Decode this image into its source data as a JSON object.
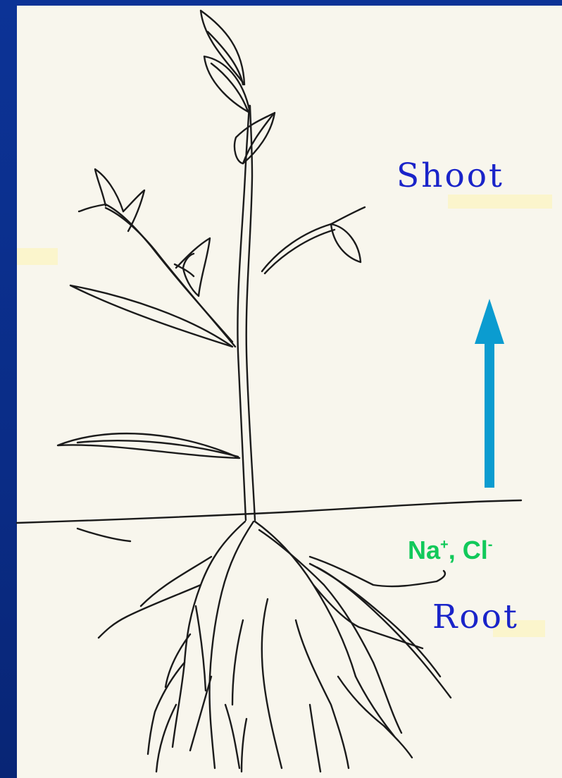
{
  "labels": {
    "shoot": "Shoot",
    "root": "Root",
    "ion_na": "Na",
    "ion_na_sup": "+",
    "ion_sep": ", ",
    "ion_cl": "Cl",
    "ion_cl_sup": "-"
  },
  "colors": {
    "background": "#0b2f8e",
    "paper": "#f8f6ed",
    "organ_label": "#1a24c9",
    "ion_label": "#11c95a",
    "arrow": "#0b9cd0"
  },
  "icons": {
    "arrow": "up-arrow-icon"
  }
}
